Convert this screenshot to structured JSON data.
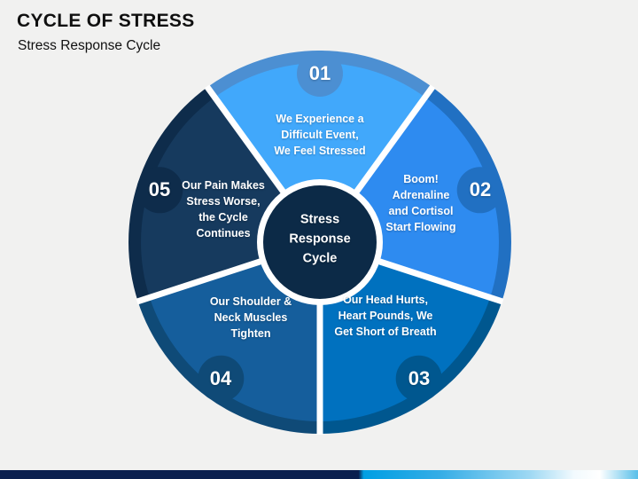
{
  "slide": {
    "title": "CYCLE OF STRESS",
    "subtitle": "Stress Response Cycle",
    "background_color": "#F1F1F0",
    "title_color": "#101010",
    "bottom_bar_colors": [
      "#0A1F4E",
      "#009FE3",
      "#9ED8F3",
      "#FFFFFF",
      "#58BFE9"
    ]
  },
  "diagram": {
    "type": "cycle-wheel",
    "divider_color": "#FFFFFF",
    "center": {
      "label": "Stress\nResponse\nCycle",
      "fill": "#0C2A47",
      "ring_color": "#FFFFFF"
    },
    "segments": [
      {
        "number": "01",
        "label": "We Experience a\nDifficult Event,\nWe Feel Stressed",
        "wedge_color": "#41A8FB",
        "ring_color": "#4C8FD2"
      },
      {
        "number": "02",
        "label": "Boom!\nAdrenaline\nand Cortisol\nStart Flowing",
        "wedge_color": "#2E8BF0",
        "ring_color": "#2170C2"
      },
      {
        "number": "03",
        "label": "Our Head Hurts,\nHeart Pounds, We\nGet Short of Breath",
        "wedge_color": "#0071BF",
        "ring_color": "#00578F"
      },
      {
        "number": "04",
        "label": "Our Shoulder &\nNeck Muscles\nTighten",
        "wedge_color": "#155E9C",
        "ring_color": "#0F4A77"
      },
      {
        "number": "05",
        "label": "Our Pain Makes\nStress Worse,\nthe Cycle\nContinues",
        "wedge_color": "#163A5E",
        "ring_color": "#0E2C4B"
      }
    ]
  }
}
